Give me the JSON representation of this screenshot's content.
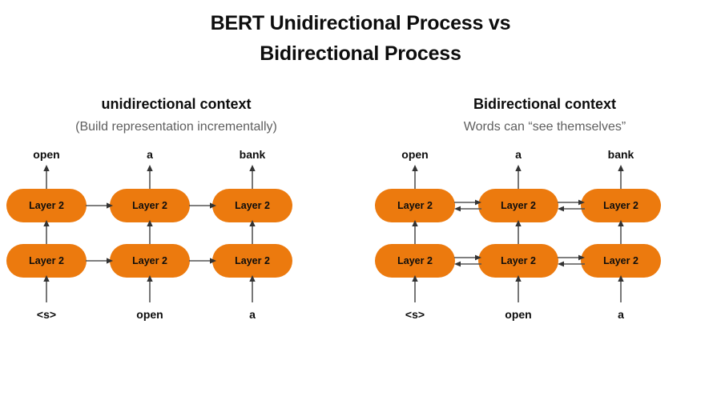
{
  "title": {
    "line1": "BERT Unidirectional Process vs",
    "line2": "Bidirectional Process"
  },
  "panels": [
    {
      "id": "unidirectional",
      "heading": "unidirectional context",
      "subtitle": "(Build representation incrementally)",
      "connection_type": "unidirectional",
      "outputs": [
        "open",
        "a",
        "bank"
      ],
      "inputs": [
        "<s>",
        "open",
        "a"
      ],
      "rows": [
        {
          "cells": [
            "Layer 2",
            "Layer 2",
            "Layer 2"
          ]
        },
        {
          "cells": [
            "Layer 2",
            "Layer 2",
            "Layer 2"
          ]
        }
      ]
    },
    {
      "id": "bidirectional",
      "heading": "Bidirectional context",
      "subtitle": "Words can “see themselves”",
      "connection_type": "bidirectional",
      "outputs": [
        "open",
        "a",
        "bank"
      ],
      "inputs": [
        "<s>",
        "open",
        "a"
      ],
      "rows": [
        {
          "cells": [
            "Layer 2",
            "Layer 2",
            "Layer 2"
          ]
        },
        {
          "cells": [
            "Layer 2",
            "Layer 2",
            "Layer 2"
          ]
        }
      ]
    }
  ],
  "colors": {
    "node_fill": "#ec7a0e",
    "node_text": "#0d0d0d",
    "arrow": "#555555",
    "title_text": "#0d0d0d",
    "subtitle_text": "#5f5f5f",
    "background": "#ffffff"
  }
}
